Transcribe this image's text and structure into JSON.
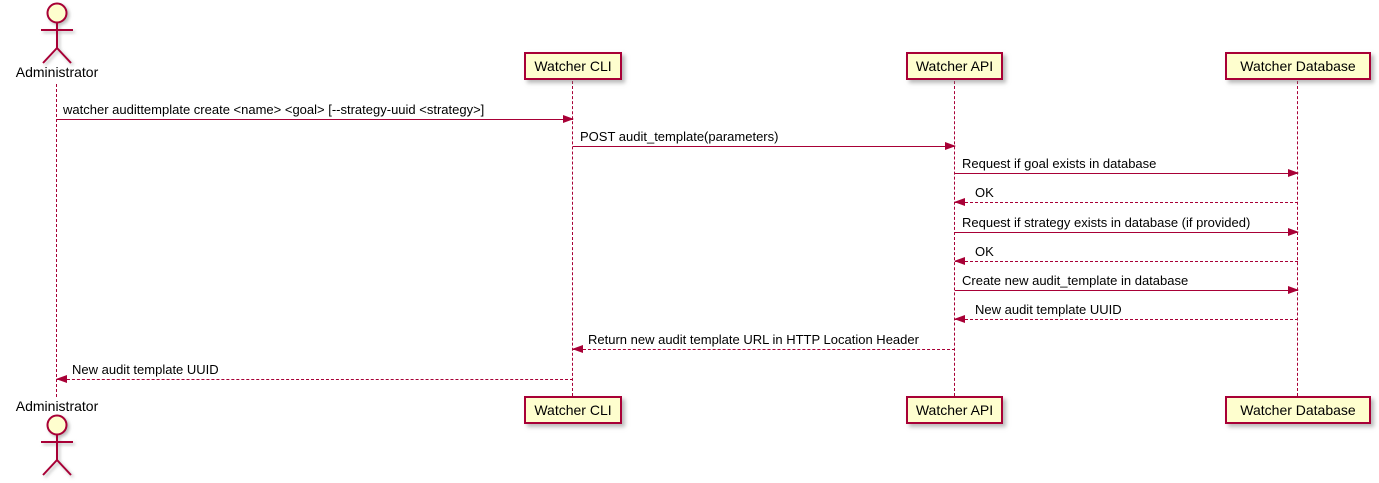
{
  "diagram_type": "sequence-diagram",
  "actor": {
    "name": "Administrator"
  },
  "participants": [
    {
      "label": "Watcher CLI"
    },
    {
      "label": "Watcher API"
    },
    {
      "label": "Watcher Database"
    }
  ],
  "messages": [
    {
      "from": "Administrator",
      "to": "Watcher CLI",
      "style": "solid",
      "label": "watcher audittemplate create <name> <goal> [--strategy-uuid <strategy>]"
    },
    {
      "from": "Watcher CLI",
      "to": "Watcher API",
      "style": "solid",
      "label": "POST audit_template(parameters)"
    },
    {
      "from": "Watcher API",
      "to": "Watcher Database",
      "style": "solid",
      "label": "Request if goal exists in database"
    },
    {
      "from": "Watcher Database",
      "to": "Watcher API",
      "style": "dashed",
      "label": "OK"
    },
    {
      "from": "Watcher API",
      "to": "Watcher Database",
      "style": "solid",
      "label": "Request if strategy exists in database (if provided)"
    },
    {
      "from": "Watcher Database",
      "to": "Watcher API",
      "style": "dashed",
      "label": "OK"
    },
    {
      "from": "Watcher API",
      "to": "Watcher Database",
      "style": "solid",
      "label": "Create new audit_template in database"
    },
    {
      "from": "Watcher Database",
      "to": "Watcher API",
      "style": "dashed",
      "label": "New audit template UUID"
    },
    {
      "from": "Watcher API",
      "to": "Watcher CLI",
      "style": "dashed",
      "label": "Return new audit template URL in HTTP Location Header"
    },
    {
      "from": "Watcher CLI",
      "to": "Administrator",
      "style": "dashed",
      "label": "New audit template UUID"
    }
  ],
  "colors": {
    "accent": "#A80036",
    "participant_fill": "#FEFECE",
    "text": "#000000",
    "background": "#FFFFFF"
  }
}
